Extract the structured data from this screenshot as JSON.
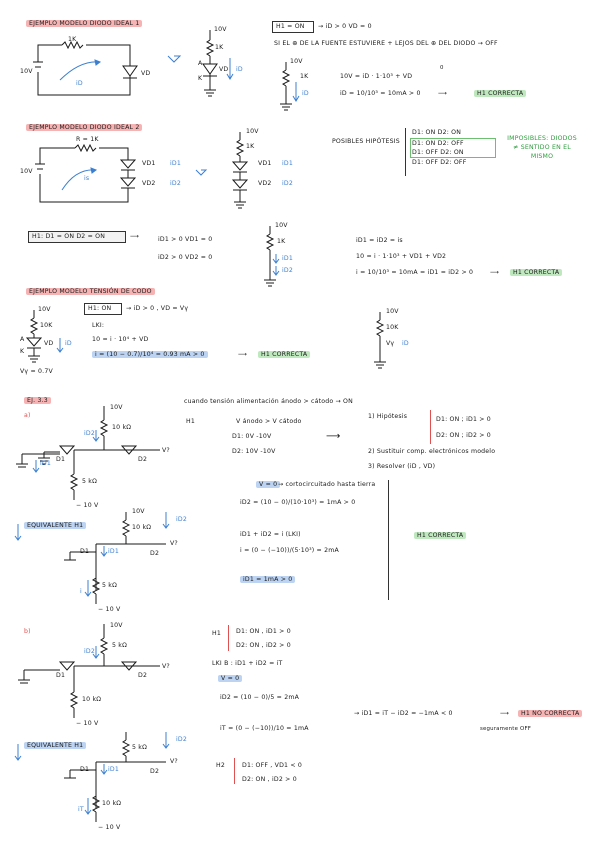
{
  "s1": {
    "title": "EJEMPLO MODELO DIODO IDEAL 1",
    "h_box": "H1 = ON",
    "h_res": "→ iD > 0   VD = 0",
    "note": "SI EL ⊕ DE LA FUENTE ESTUVIERE + LEJOS DEL ⊕ DEL DIODO → OFF",
    "eq1": "10V = iD · 1·10³ + VD",
    "eq2": "iD = 10/10³ = 10mA > 0",
    "concl": "H1 CORRECTA",
    "lab_10v": "10V",
    "lab_1k": "1K",
    "lab_vd": "VD",
    "lab_id": "iD",
    "lab_A": "A",
    "lab_K": "K",
    "lab_zero": "0"
  },
  "s2": {
    "title": "EJEMPLO MODELO DIODO IDEAL 2",
    "hyp_title": "POSIBLES HIPÓTESIS",
    "hyp_rows": [
      "D1: ON   D2: ON",
      "D1: ON   D2: OFF",
      "D1: OFF  D2: ON",
      "D1: OFF  D2: OFF"
    ],
    "impossible": "IMPOSIBLES: DIODOS ≠ SENTIDO EN EL MISMO",
    "lab_r": "R = 1K",
    "lab_10v": "10V",
    "lab_vd1": "VD1",
    "lab_vd2": "VD2",
    "lab_id1": "iD1",
    "lab_id2": "iD2",
    "lab_is": "is",
    "lab_1k": "1K"
  },
  "s3": {
    "h_box": "H1: D1 = ON   D2 = ON",
    "l1": "iD1 > 0     VD1 = 0",
    "l2": "iD2 > 0     VD2 = 0",
    "r1": "iD1 = iD2 = is",
    "r2": "10 = i · 1·10³ + VD1 + VD2",
    "r3": "i = 10/10³ = 10mA = iD1 = iD2 > 0",
    "concl": "H1 CORRECTA",
    "lab_10v": "10V",
    "lab_1k": "1K",
    "lab_id1": "iD1",
    "lab_id2": "iD2"
  },
  "s4": {
    "title": "EJEMPLO MODELO TENSIÓN DE CODO",
    "h_box": "H1: ON",
    "h_res": "→ iD > 0 , VD = Vγ",
    "lki": "LKI:",
    "eq1": "10 = i · 10⁴ + VD",
    "eq2": "i = (10 − 0.7)/10⁴ = 0.93 mA > 0",
    "concl": "H1 CORRECTA",
    "vg": "Vγ = 0.7V",
    "lab_10v": "10V",
    "lab_10k": "10K",
    "lab_vd": "VD",
    "lab_id": "iD",
    "lab_A": "A",
    "lab_K": "K",
    "lab_vg": "Vγ"
  },
  "ej": {
    "title": "EJ. 3.3",
    "a": "a)",
    "b": "b)",
    "hint": "cuando tensión alimentación ánodo > cátodo → ON"
  },
  "a": {
    "H1": "H1",
    "vanodo": "V ánodo > V cátodo",
    "d1": "D1:   0V       -10V",
    "d2": "D2:   10V      -10V",
    "step1": "1) Hipótesis",
    "d1on": "D1: ON ; iD1 > 0",
    "d2on": "D2: ON ; iD2 > 0",
    "step2": "2) Sustituir comp. electrónicos modelo",
    "step3": "3) Resolver (iD , VD)",
    "vzero": "V = 0",
    "vzero_note": "→ cortocircuitado hasta tierra",
    "eq1": "iD2 = (10 − 0)/(10·10³) = 1mA > 0",
    "eq2": "iD1 + iD2 = i  (LKI)",
    "eq3": "i = (0 − (−10))/(5·10³) = 2mA",
    "eq4": "iD1 = 1mA  > 0",
    "concl": "H1 CORRECTA",
    "equiv": "EQUIVALENTE H1",
    "lab_10v": "10V",
    "lab_10k": "10 kΩ",
    "lab_5k": "5 kΩ",
    "lab_m10": "− 10 V",
    "lab_v": "V?",
    "lab_d1": "D1",
    "lab_d2": "D2",
    "lab_id1": "iD1",
    "lab_id2": "iD2",
    "lab_i": "i"
  },
  "b": {
    "H1": "H1",
    "h1a": "D1: ON , iD1 > 0",
    "h1b": "D2: ON , iD2 > 0",
    "lki": "LKI B :  iD1 + iD2 = iT",
    "vzero": "V = 0",
    "eq1": "iD2 = (10 − 0)/5 = 2mA",
    "eq2": "iT = (0 − (−10))/10 = 1mA",
    "res": "→ iD1 = iT − iD2 = −1mA < 0",
    "res_concl": "H1 NO CORRECTA",
    "sub": "seguramente OFF",
    "H2": "H2",
    "h2a": "D1: OFF , VD1 < 0",
    "h2b": "D2: ON , iD2 > 0",
    "equiv": "EQUIVALENTE H1",
    "lab_10v": "10V",
    "lab_5k": "5 kΩ",
    "lab_10k": "10 kΩ",
    "lab_m10": "− 10 V",
    "lab_v": "V?",
    "lab_d1": "D1",
    "lab_d2": "D2",
    "lab_id1": "iD1",
    "lab_id2": "iD2",
    "lab_it": "iT"
  }
}
